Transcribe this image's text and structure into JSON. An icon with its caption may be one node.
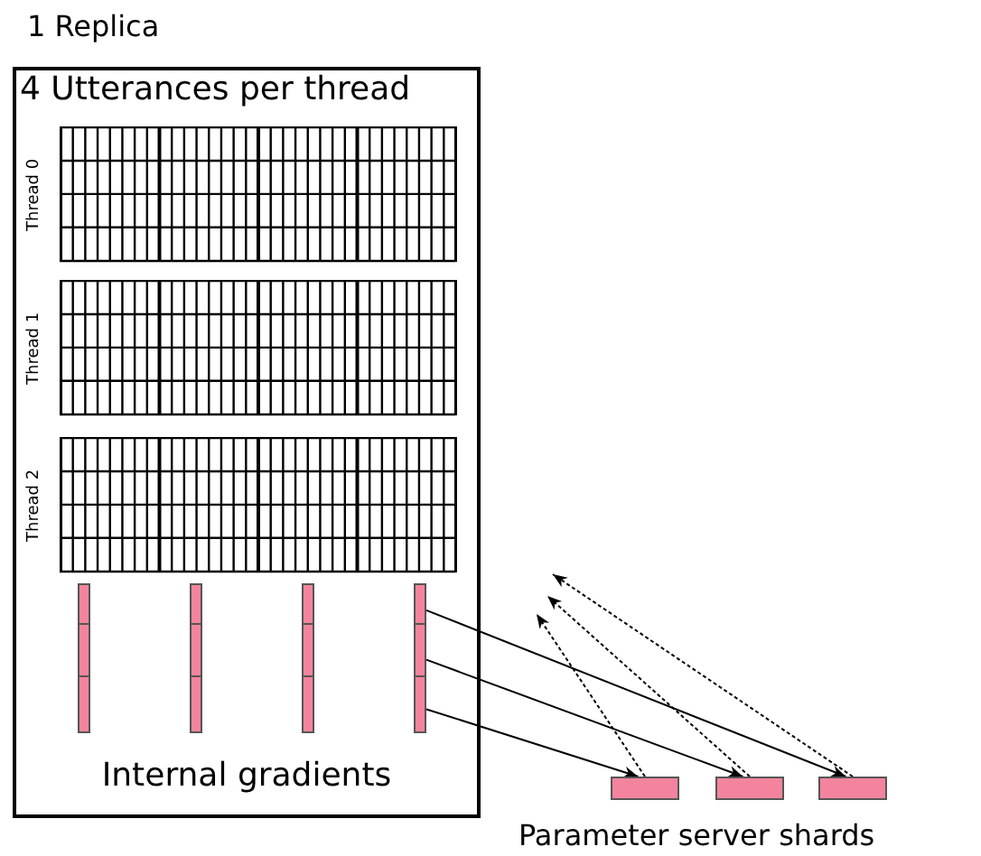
{
  "diagram": {
    "nodes": [
      {
        "text": [
          "1 Replica",
          "4 Utterances per thread",
          "Internal gradients"
        ]
      },
      {
        "text": [
          "Thread 0"
        ],
        "in": 0
      },
      {
        "text": [
          "Thread 1"
        ],
        "in": 0
      },
      {
        "text": [
          "Thread 2"
        ],
        "in": 0
      },
      {
        "text": [],
        "shape": "bar",
        "in": 0
      },
      {
        "text": [],
        "shape": "bar",
        "in": 0
      },
      {
        "text": [],
        "shape": "bar",
        "in": 0
      },
      {
        "text": [],
        "shape": "bar",
        "in": 0
      },
      {
        "text": [],
        "shape": "bar"
      },
      {
        "text": [],
        "shape": "bar"
      },
      {
        "text": [],
        "shape": "bar"
      }
    ],
    "edges": [
      {
        "from": 7,
        "to": 10,
        "arrow": "to"
      },
      {
        "from": 7,
        "to": 9,
        "arrow": "to"
      },
      {
        "from": 7,
        "to": 8,
        "arrow": "to"
      },
      {
        "from": 8,
        "to": null,
        "arrow": "to",
        "style": "dashed"
      },
      {
        "from": 9,
        "to": null,
        "arrow": "to",
        "style": "dashed"
      },
      {
        "from": 10,
        "to": null,
        "arrow": "to",
        "style": "dashed"
      }
    ],
    "labels": [
      "Parameter server shards"
    ]
  }
}
